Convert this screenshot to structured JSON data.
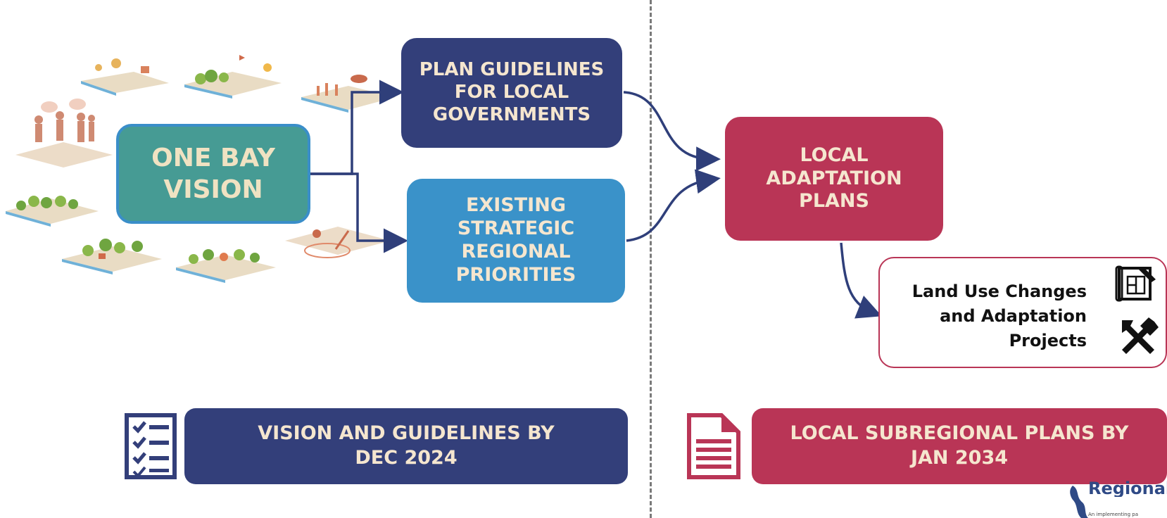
{
  "vision_box": {
    "label": "ONE BAY VISION"
  },
  "guidelines_box": {
    "label": "PLAN GUIDELINES FOR LOCAL GOVERNMENTS"
  },
  "priorities_box": {
    "label": "EXISTING STRATEGIC REGIONAL PRIORITIES"
  },
  "local_plans_box": {
    "label": "LOCAL ADAPTATION PLANS"
  },
  "projects_box": {
    "label": "Land Use Changes and Adaptation Projects"
  },
  "footer_left": {
    "label": "VISION AND GUIDELINES BY DEC 2024"
  },
  "footer_right": {
    "label": "LOCAL SUBREGIONAL PLANS BY JAN 2034"
  },
  "logo": {
    "title": "Regional Adapta",
    "subtitle": "An implementing pa"
  },
  "colors": {
    "navy": "#333f7a",
    "teal": "#469b94",
    "blue": "#3a92c9",
    "crimson": "#b93556",
    "cream": "#f5e6cf",
    "arrow": "#2f3f7a"
  },
  "icons": [
    "checklist-icon",
    "document-icon",
    "blueprint-icon",
    "tools-icon",
    "bay-map-icon"
  ]
}
